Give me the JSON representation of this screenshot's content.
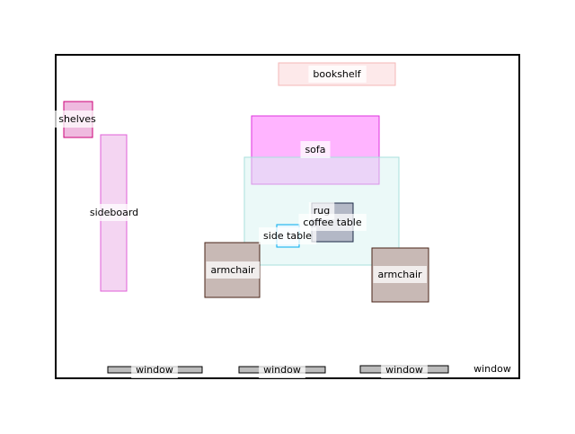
{
  "items": [
    {
      "key": "bookshelf",
      "label": "bookshelf",
      "fill": "#fde9ea",
      "stroke": "#f4b7b7"
    },
    {
      "key": "shelves",
      "label": "shelves",
      "fill": "#efbadf",
      "stroke": "#cc0077"
    },
    {
      "key": "sofa",
      "label": "sofa",
      "fill": "#ffb4ff",
      "stroke": "#dd33dd"
    },
    {
      "key": "sideboard",
      "label": "sideboard",
      "fill": "#f4d5f2",
      "stroke": "#e060d8"
    },
    {
      "key": "rug",
      "label": "rug",
      "fill": "#d8f3f1",
      "stroke": "#a8e0dc"
    },
    {
      "key": "coffee-table",
      "label": "coffee table",
      "fill": "#b3b8c6",
      "stroke": "#1e2a48"
    },
    {
      "key": "side-table",
      "label": "side table",
      "fill": "#e9f8ff",
      "stroke": "#00aaee"
    },
    {
      "key": "armchair-left",
      "label": "armchair",
      "fill": "#c8b9b5",
      "stroke": "#4a2418"
    },
    {
      "key": "armchair-right",
      "label": "armchair",
      "fill": "#c8b9b5",
      "stroke": "#4a2418"
    },
    {
      "key": "window-1",
      "label": "window",
      "fill": "#bcbcbc",
      "stroke": "#000000"
    },
    {
      "key": "window-2",
      "label": "window",
      "fill": "#bcbcbc",
      "stroke": "#000000"
    },
    {
      "key": "window-3",
      "label": "window",
      "fill": "#bcbcbc",
      "stroke": "#000000"
    },
    {
      "key": "window-4",
      "label": "window",
      "fill": "#bcbcbc",
      "stroke": "#000000"
    }
  ]
}
